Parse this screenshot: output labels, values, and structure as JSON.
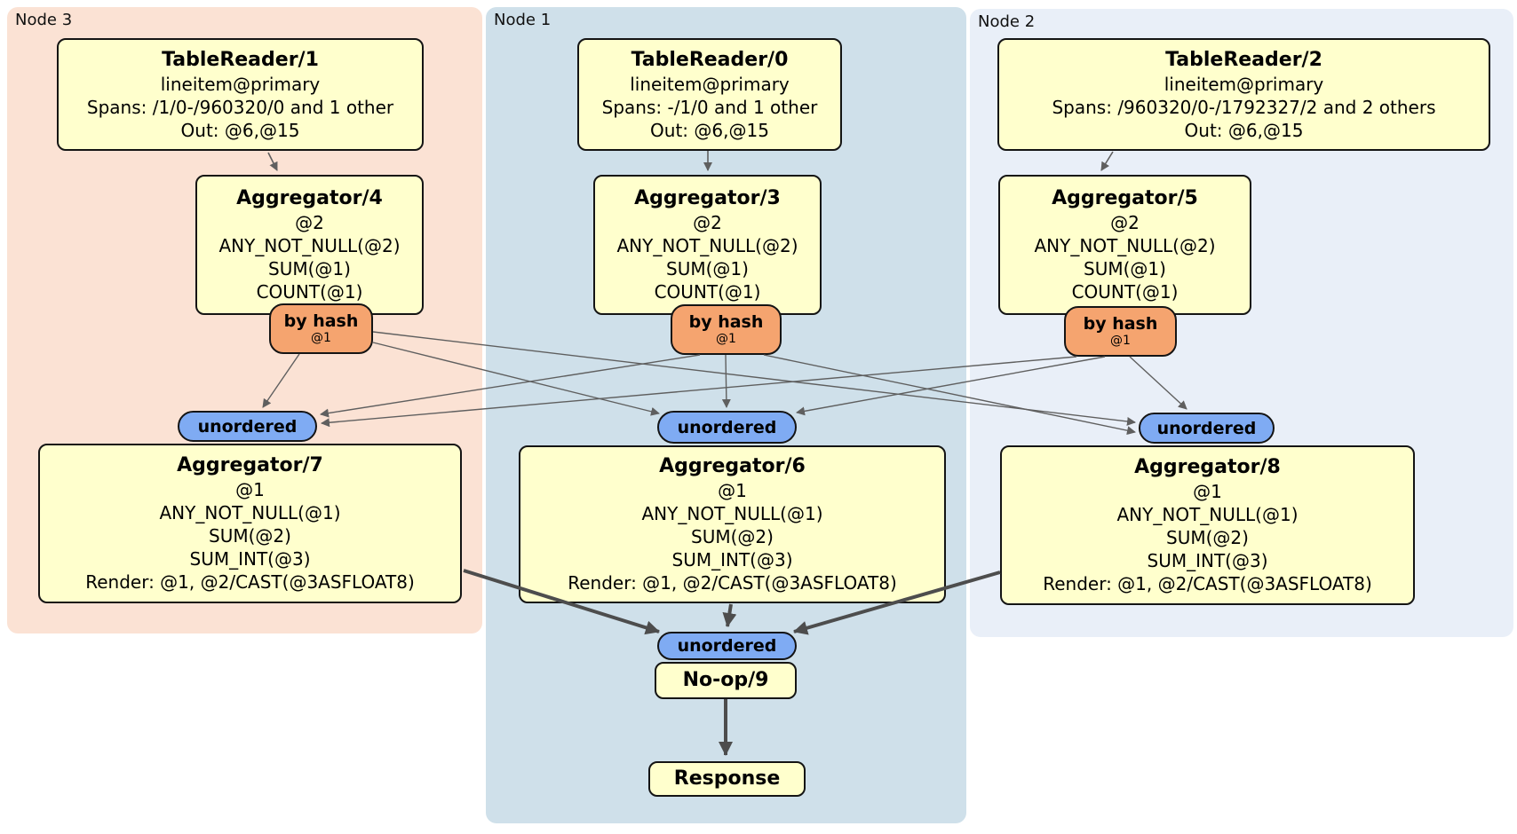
{
  "regions": {
    "node3": {
      "label": "Node 3",
      "color": "#fbe2d4"
    },
    "node1": {
      "label": "Node 1",
      "color": "#cfe0ea"
    },
    "node2": {
      "label": "Node 2",
      "color": "#e9eff8"
    }
  },
  "processors": {
    "tr1": {
      "title": "TableReader/1",
      "lines": [
        "lineitem@primary",
        "Spans: /1/0-/960320/0 and 1 other",
        "Out: @6,@15"
      ]
    },
    "tr0": {
      "title": "TableReader/0",
      "lines": [
        "lineitem@primary",
        "Spans: -/1/0 and 1 other",
        "Out: @6,@15"
      ]
    },
    "tr2": {
      "title": "TableReader/2",
      "lines": [
        "lineitem@primary",
        "Spans: /960320/0-/1792327/2 and 2 others",
        "Out: @6,@15"
      ]
    },
    "agg4": {
      "title": "Aggregator/4",
      "lines": [
        "@2",
        "ANY_NOT_NULL(@2)",
        "SUM(@1)",
        "COUNT(@1)"
      ]
    },
    "agg3": {
      "title": "Aggregator/3",
      "lines": [
        "@2",
        "ANY_NOT_NULL(@2)",
        "SUM(@1)",
        "COUNT(@1)"
      ]
    },
    "agg5": {
      "title": "Aggregator/5",
      "lines": [
        "@2",
        "ANY_NOT_NULL(@2)",
        "SUM(@1)",
        "COUNT(@1)"
      ]
    },
    "agg7": {
      "title": "Aggregator/7",
      "lines": [
        "@1",
        "ANY_NOT_NULL(@1)",
        "SUM(@2)",
        "SUM_INT(@3)",
        "Render: @1, @2/CAST(@3ASFLOAT8)"
      ]
    },
    "agg6": {
      "title": "Aggregator/6",
      "lines": [
        "@1",
        "ANY_NOT_NULL(@1)",
        "SUM(@2)",
        "SUM_INT(@3)",
        "Render: @1, @2/CAST(@3ASFLOAT8)"
      ]
    },
    "agg8": {
      "title": "Aggregator/8",
      "lines": [
        "@1",
        "ANY_NOT_NULL(@1)",
        "SUM(@2)",
        "SUM_INT(@3)",
        "Render: @1, @2/CAST(@3ASFLOAT8)"
      ]
    },
    "noop": {
      "title": "No-op/9"
    },
    "response": {
      "title": "Response"
    }
  },
  "router": {
    "label": "by hash",
    "sub": "@1"
  },
  "stream": {
    "unordered": "unordered"
  },
  "colors": {
    "processor_fill": "#ffffcd",
    "router_fill": "#f5a46f",
    "stream_fill": "#7fabf3",
    "edge_thin": "#5f5f5f",
    "edge_thick": "#4d4d4d"
  }
}
